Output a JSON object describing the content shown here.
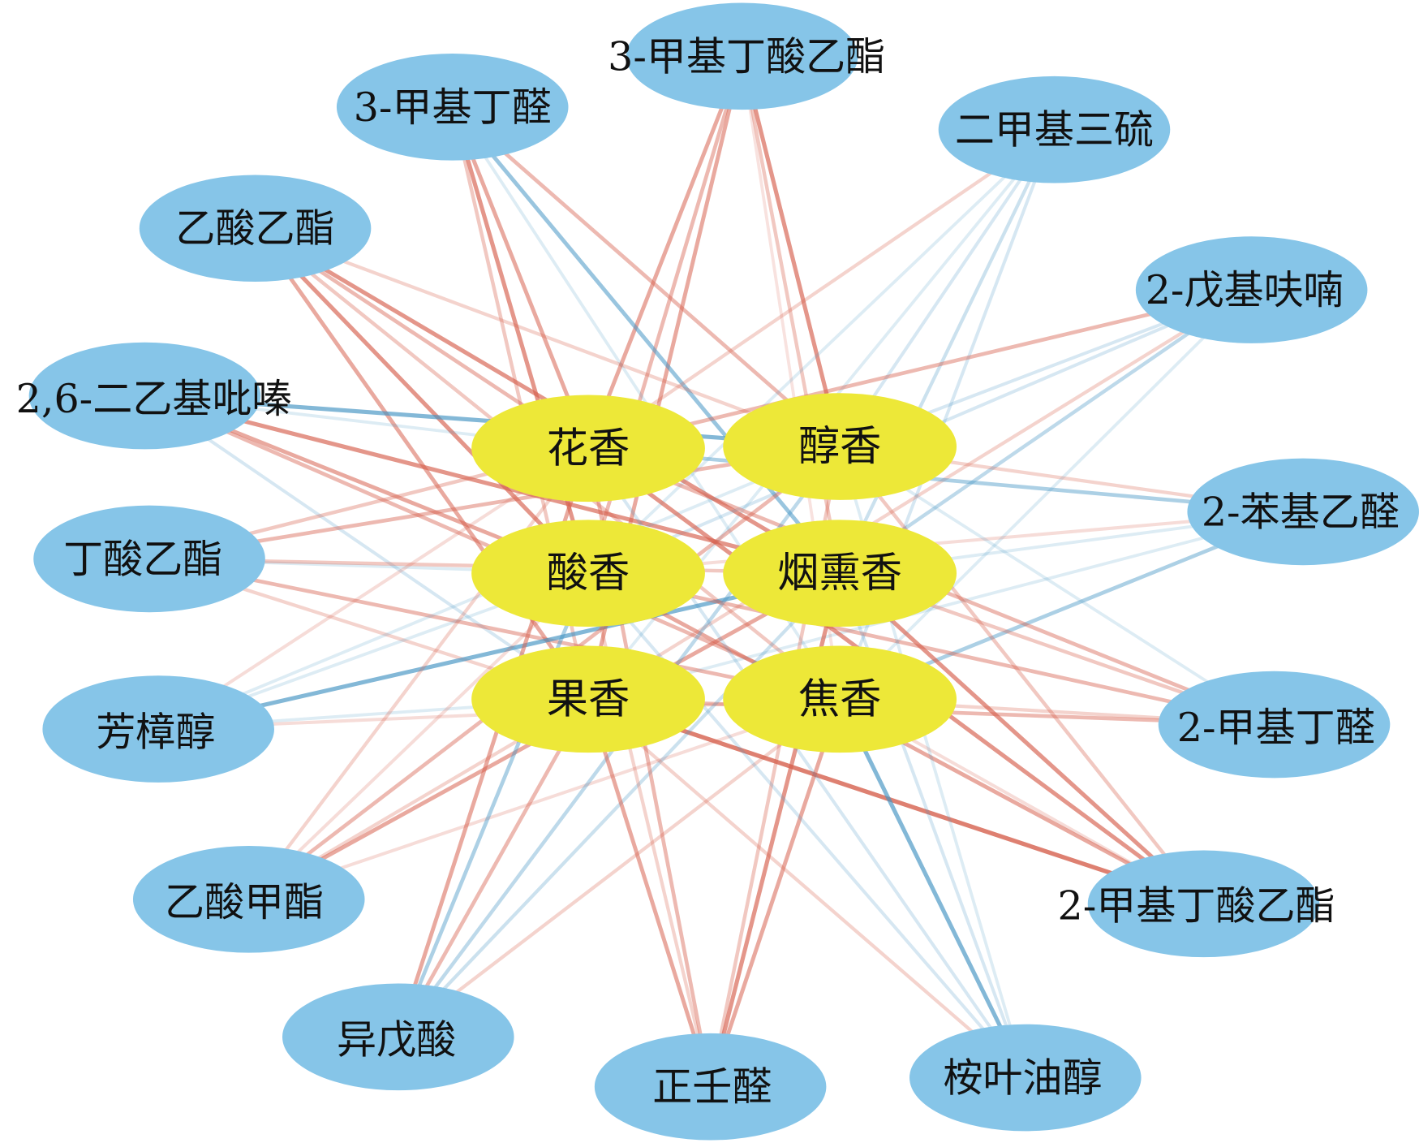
{
  "colors": {
    "peripheral": "#86c5e8",
    "central": "#ede838",
    "positive": "#d6604d",
    "negative": "#4393c3"
  },
  "central_nodes": [
    {
      "id": "c0",
      "label": "花香"
    },
    {
      "id": "c1",
      "label": "醇香"
    },
    {
      "id": "c2",
      "label": "酸香"
    },
    {
      "id": "c3",
      "label": "烟熏香"
    },
    {
      "id": "c4",
      "label": "果香"
    },
    {
      "id": "c5",
      "label": "焦香"
    }
  ],
  "peripheral_nodes": [
    {
      "label": "3-甲基丁酸乙酯",
      "weights": [
        0.7,
        0.8,
        0.6,
        0.5,
        0.7,
        0.2
      ]
    },
    {
      "label": "3-甲基丁醛",
      "weights": [
        0.7,
        0.6,
        0.8,
        -0.7,
        0.5,
        -0.2
      ]
    },
    {
      "label": "二甲基三硫",
      "weights": [
        0.4,
        -0.3,
        -0.2,
        -0.4,
        -0.2,
        -0.3
      ]
    },
    {
      "label": "乙酸乙酯",
      "weights": [
        0.6,
        0.4,
        0.8,
        0.8,
        0.7,
        0.5
      ]
    },
    {
      "label": "2-戊基呋喃",
      "weights": [
        0.6,
        -0.3,
        -0.3,
        -0.5,
        0.4,
        -0.2
      ]
    },
    {
      "label": "2,6-二乙基吡嗪",
      "weights": [
        -0.2,
        -0.8,
        0.7,
        0.8,
        -0.3,
        0.6
      ]
    },
    {
      "label": "2-苯基乙醛",
      "weights": [
        -0.6,
        0.4,
        0.3,
        -0.2,
        -0.2,
        -0.6
      ]
    },
    {
      "label": "丁酸乙酯",
      "weights": [
        0.5,
        0.6,
        -0.2,
        0.5,
        0.4,
        0.6
      ]
    },
    {
      "label": "芳樟醇",
      "weights": [
        0.3,
        -0.2,
        -0.2,
        -0.8,
        -0.2,
        0.3
      ]
    },
    {
      "label": "2-甲基丁醛",
      "weights": [
        0.6,
        -0.2,
        0.6,
        0.5,
        0.6,
        0.4
      ]
    },
    {
      "label": "乙酸甲酯",
      "weights": [
        0.4,
        0.6,
        0.3,
        0.7,
        0.4,
        0.3
      ]
    },
    {
      "label": "2-甲基丁酸乙酯",
      "weights": [
        0.8,
        0.5,
        0.7,
        0.8,
        0.9,
        0.3
      ]
    },
    {
      "label": "异戊酸",
      "weights": [
        0.7,
        -0.5,
        -0.6,
        -0.4,
        0.6,
        0.4
      ]
    },
    {
      "label": "正壬醛",
      "weights": [
        0.6,
        0.5,
        0.4,
        0.8,
        0.7,
        0.7
      ]
    },
    {
      "label": "桉叶油醇",
      "weights": [
        -0.3,
        -0.2,
        -0.3,
        -0.3,
        0.4,
        -0.8
      ]
    }
  ]
}
